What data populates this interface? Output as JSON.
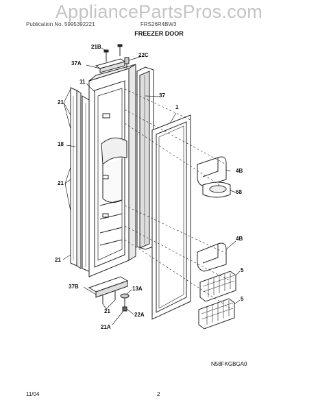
{
  "header": {
    "watermark": "AppliancePartsPros.com",
    "left_text": "Publication No. 5995392221",
    "right_text": "FRS26R4BW3",
    "title": "FREEZER DOOR"
  },
  "callouts": {
    "c21B": "21B",
    "c22C": "22C",
    "c37A": "37A",
    "c11": "11",
    "c37": "37",
    "c1": "1",
    "c21a": "21",
    "c18": "18",
    "c21b": "21",
    "c4Ba": "4B",
    "c68": "68",
    "c4Bb": "4B",
    "c21c": "21",
    "c5a": "5",
    "c37B": "37B",
    "c13A": "13A",
    "c21d": "21",
    "c22A": "22A",
    "c21A": "21A",
    "c5b": "5"
  },
  "footer": {
    "code": "N58FKGBGA0",
    "date": "11/04",
    "page": "2"
  }
}
